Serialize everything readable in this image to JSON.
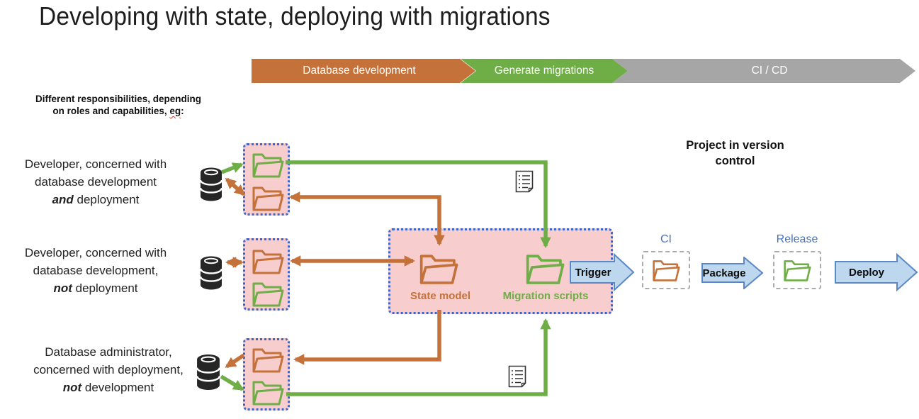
{
  "title": "Developing with state, deploying with migrations",
  "banner": {
    "stages": [
      {
        "label": "Database development",
        "color": "#C4713A"
      },
      {
        "label": "Generate migrations",
        "color": "#6FAD47"
      },
      {
        "label": "CI / CD",
        "color": "#A6A6A6"
      }
    ]
  },
  "intro": {
    "line1": "Different responsibilities, depending",
    "line2_pre": "on roles and capabilities, ",
    "line2_word": "eg",
    "line2_colon": ":"
  },
  "roles": [
    {
      "lines": [
        "Developer, concerned with",
        "database development"
      ],
      "em": "and",
      "rest": " deployment"
    },
    {
      "lines": [
        "Developer, concerned with",
        "database development,"
      ],
      "em": "not",
      "rest": " deployment"
    },
    {
      "lines": [
        "Database administrator,",
        "concerned with deployment,"
      ],
      "em": "not",
      "rest": " development"
    }
  ],
  "central": {
    "state_label": "State model",
    "migration_label": "Migration scripts"
  },
  "version_control": {
    "line1": "Project in version",
    "line2": "control"
  },
  "pipeline": {
    "trigger": "Trigger",
    "ci": "CI",
    "package": "Package",
    "release": "Release",
    "deploy": "Deploy"
  },
  "colors": {
    "orange": "#C4713A",
    "green": "#6FAD47",
    "gray": "#A6A6A6",
    "pink_fill": "#F7CDCE",
    "dotted_border_blue": "#3D64C8",
    "pipeline_arrow_fill": "#BDD7EE",
    "pipeline_arrow_border": "#5B87C5",
    "pipeline_label_blue": "#4472C4",
    "database_icon": "#262626"
  }
}
